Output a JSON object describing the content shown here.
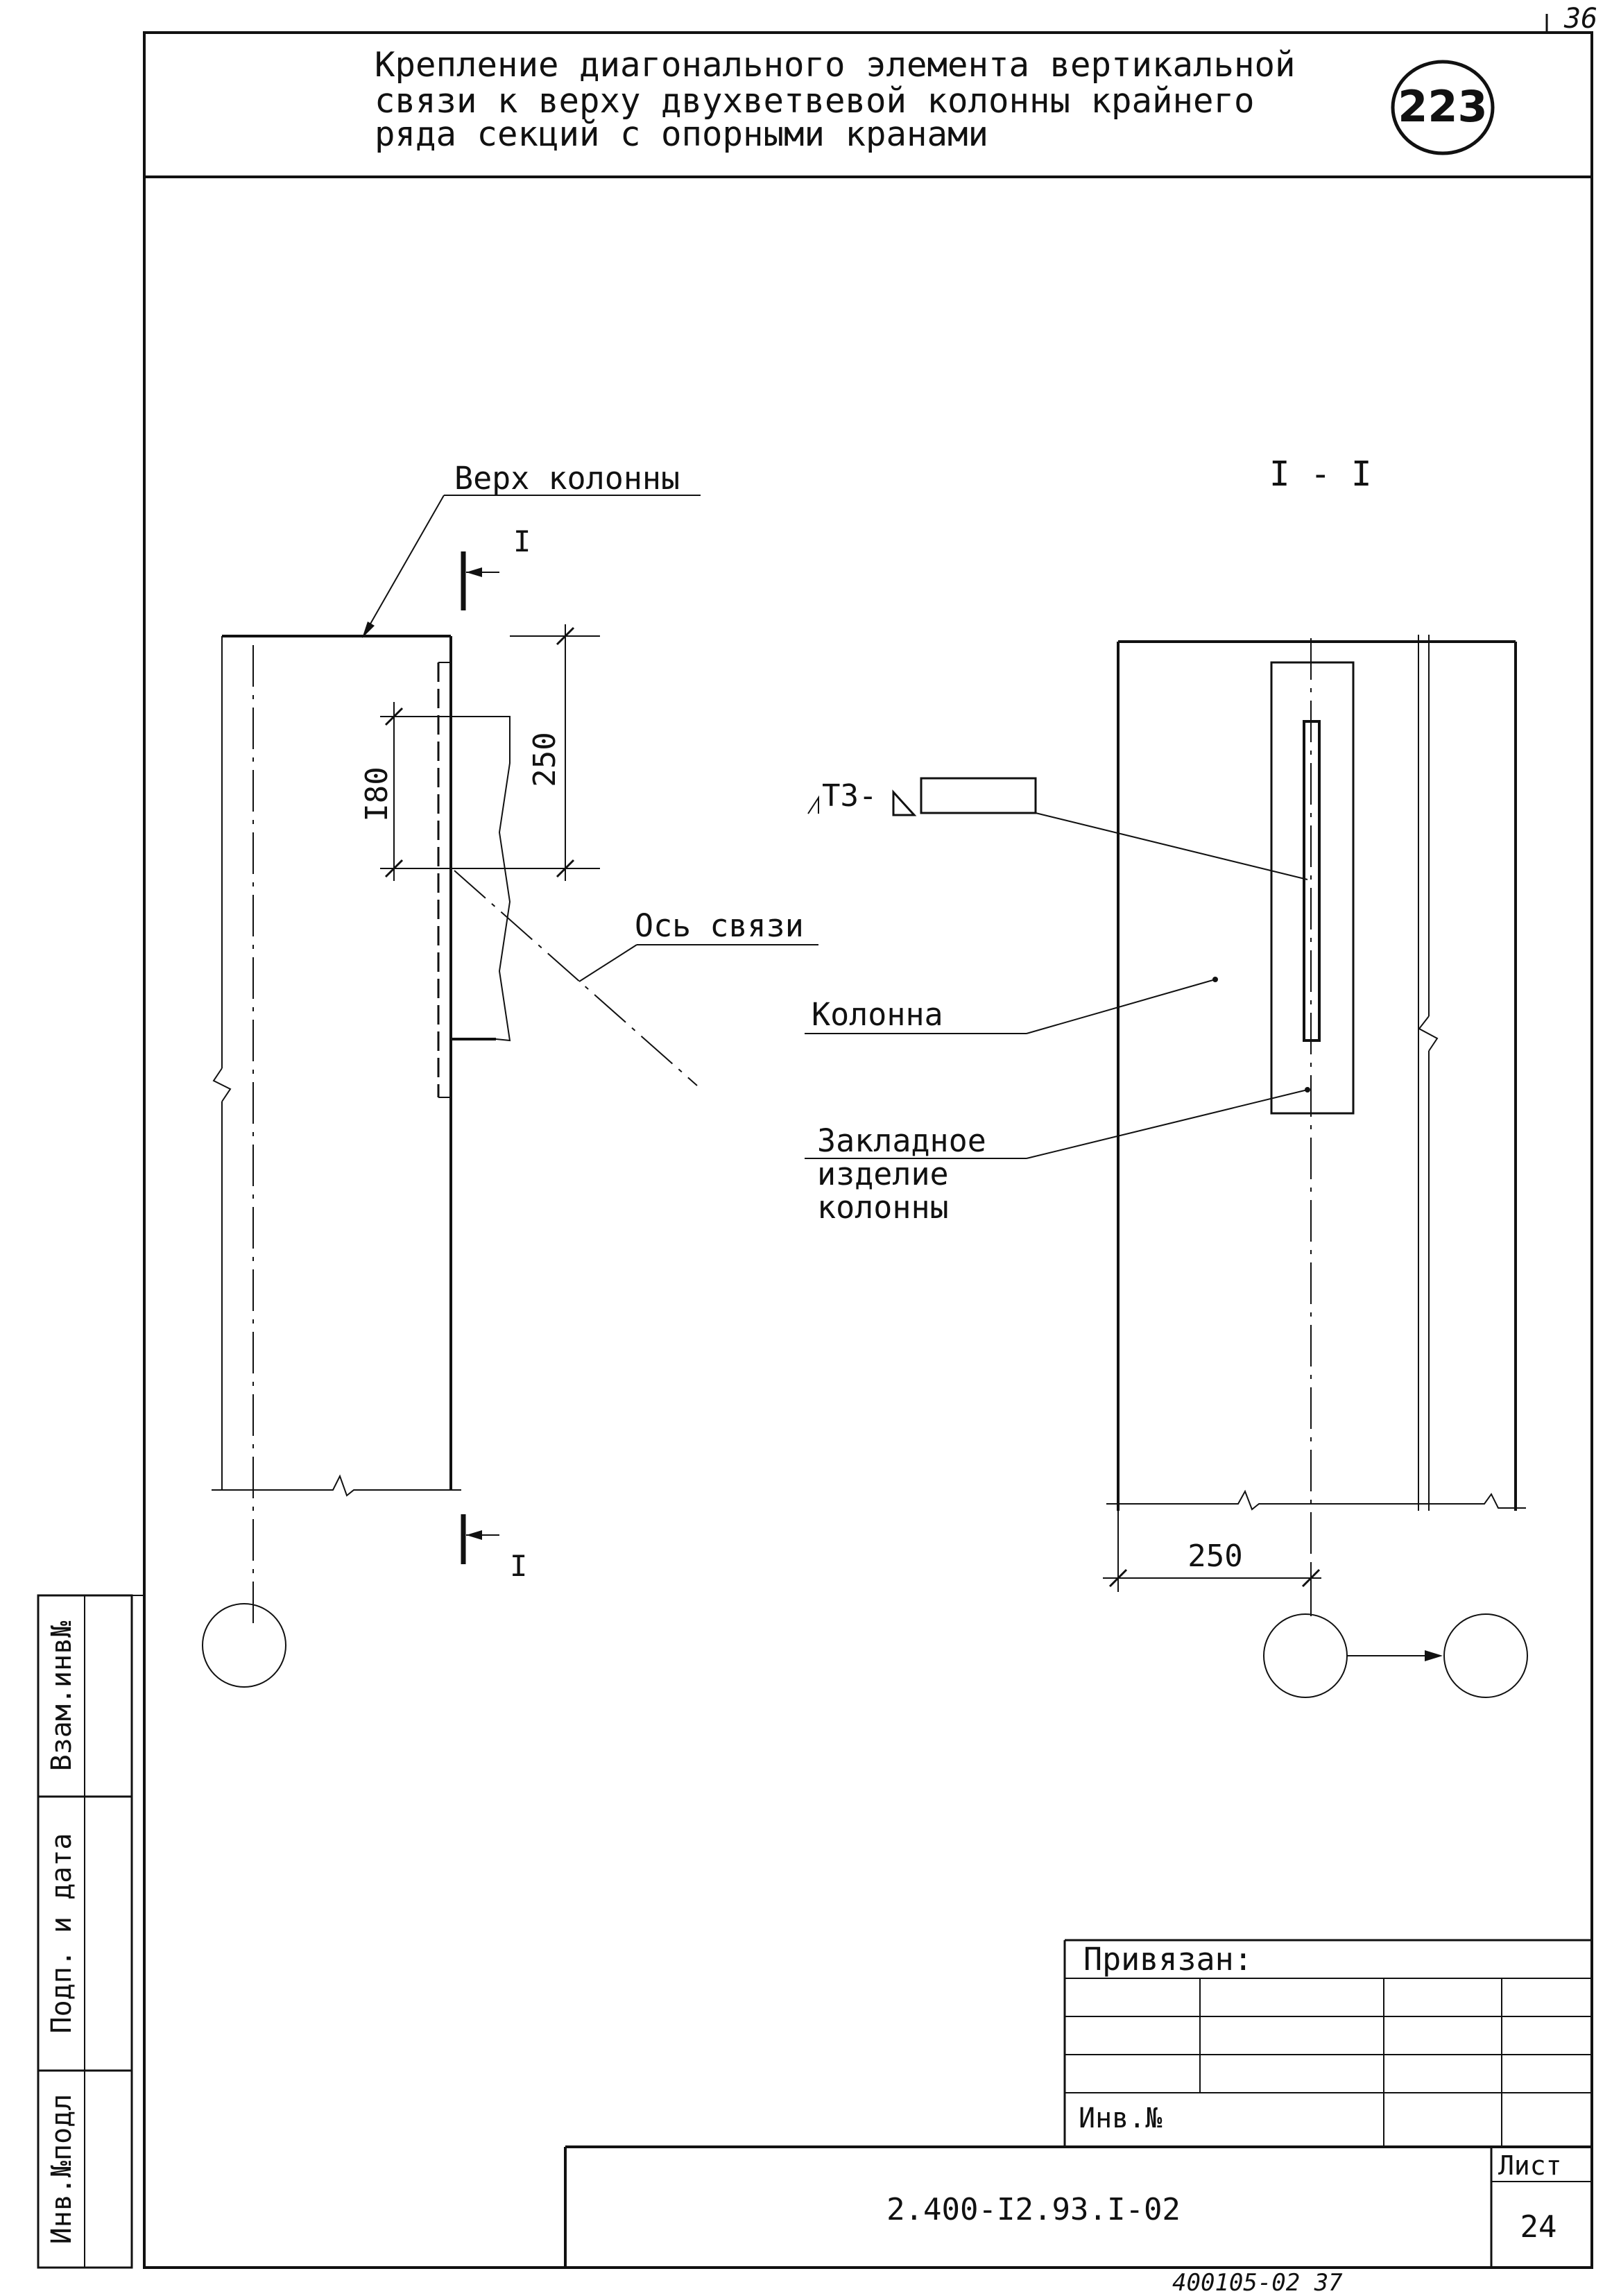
{
  "sheet": {
    "corner_number": "36",
    "title_lines": [
      "Крепление диагонального элемента вертикальной",
      "связи к верху двухветвевой колонны крайнего",
      "ряда секций с опорными кранами"
    ],
    "node_number": "223"
  },
  "left_view": {
    "top_label": "Верх колонны",
    "section_mark_top": "I",
    "section_mark_bottom": "I",
    "dim_180": "I80",
    "dim_250": "250",
    "axis_label": "Ось связи"
  },
  "right_view": {
    "section_title": "I - I",
    "weld_mark": "Т3-",
    "column_label": "Колонна",
    "embedded_label_lines": [
      "Закладное",
      "изделие",
      "колонны"
    ],
    "dim_250": "250"
  },
  "side_stamp": {
    "cells": [
      "Взам.инв№",
      "Подп. и дата",
      "Инв.№подл"
    ]
  },
  "binding_table": {
    "title": "Привязан:",
    "inv_label": "Инв.№"
  },
  "title_block": {
    "document_code": "2.400-I2.93.I-02",
    "sheet_label": "Лист",
    "sheet_number": "24"
  },
  "bottom_note": "400105-02 37"
}
